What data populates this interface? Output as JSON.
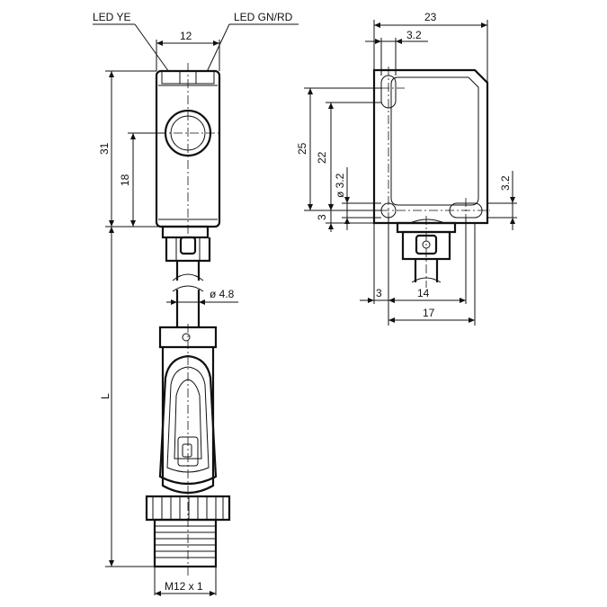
{
  "labels": {
    "led_ye": "LED YE",
    "led_gnrd": "LED GN/RD",
    "dim_12": "12",
    "dim_31": "31",
    "dim_18": "18",
    "dim_L": "L",
    "dim_d48": "ø 4.8",
    "dim_m12": "M12 x 1",
    "dim_23": "23",
    "dim_32_top": "3.2",
    "dim_25": "25",
    "dim_22": "22",
    "dim_d32": "ø 3.2",
    "dim_3_left": "3",
    "dim_32_right": "3.2",
    "dim_3_bottom": "3",
    "dim_14": "14",
    "dim_17": "17"
  }
}
